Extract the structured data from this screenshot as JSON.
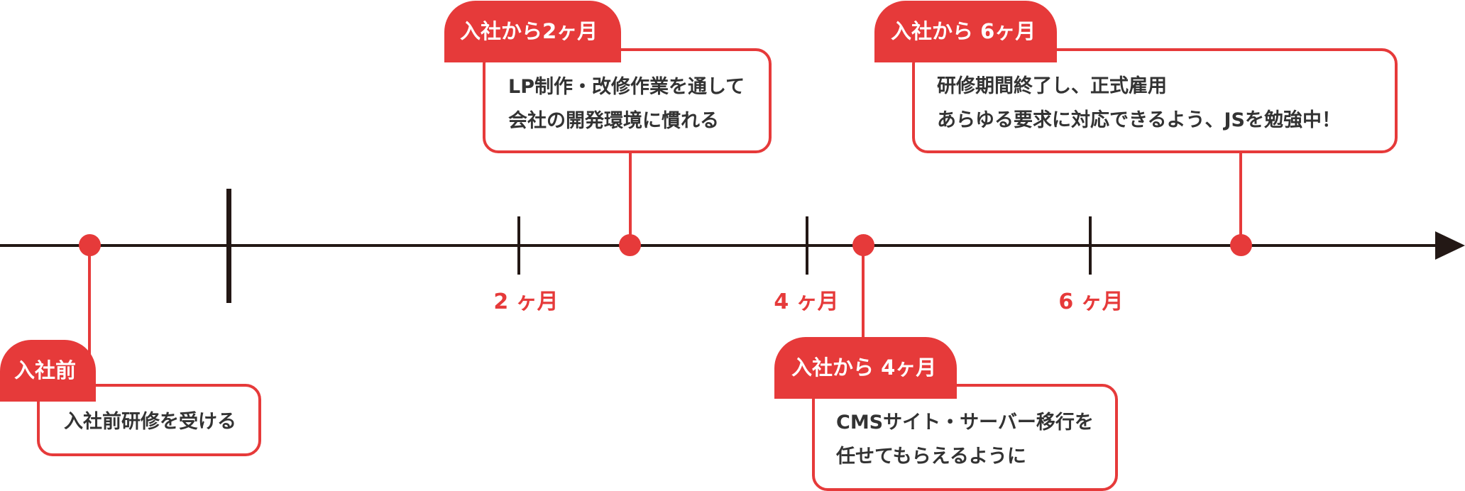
{
  "colors": {
    "accent": "#e63a3a",
    "axis": "#231815",
    "text": "#333333"
  },
  "timeline": {
    "tick_labels": [
      "2 ヶ月",
      "4 ヶ月",
      "6 ヶ月"
    ],
    "events": [
      {
        "tag": "入社前",
        "lines": [
          "入社前研修を受ける"
        ]
      },
      {
        "tag": "入社から2ヶ月",
        "lines": [
          "LP制作・改修作業を通して",
          "会社の開発環境に慣れる"
        ]
      },
      {
        "tag": "入社から 4ヶ月",
        "lines": [
          "CMSサイト・サーバー移行を",
          "任せてもらえるように"
        ]
      },
      {
        "tag": "入社から 6ヶ月",
        "lines": [
          "研修期間終了し、正式雇用",
          "あらゆる要求に対応できるよう、JSを勉強中！"
        ]
      }
    ]
  }
}
